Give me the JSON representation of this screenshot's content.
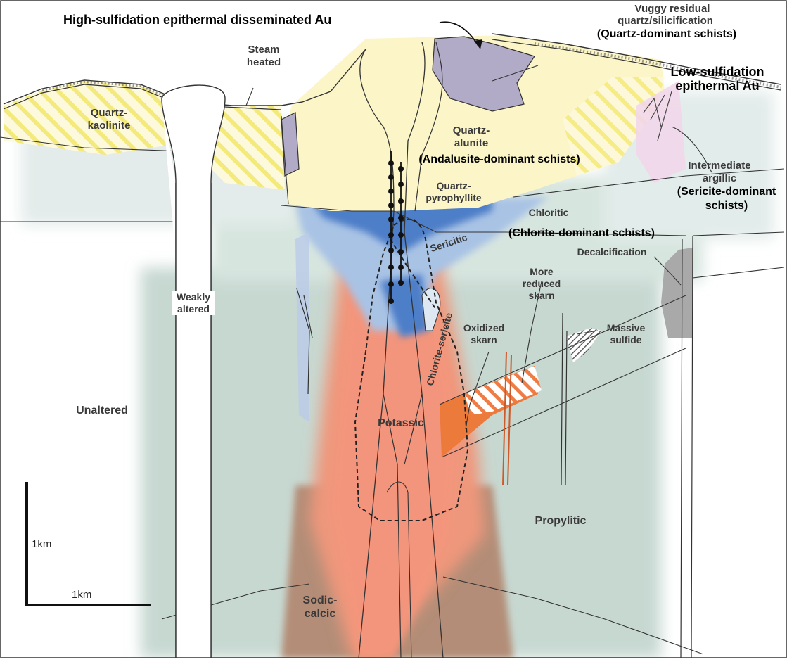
{
  "labels": {
    "high_sulfidation": "High-sulfidation epithermal disseminated Au",
    "vuggy_1": "Vuggy residual",
    "vuggy_2": "quartz/silicification",
    "quartz_schists": "(Quartz-dominant schists)",
    "low_sulf_1": "Low-sulfidation",
    "low_sulf_2": "epithermal Au",
    "steam_1": "Steam",
    "steam_2": "heated",
    "qk_1": "Quartz-",
    "qk_2": "kaolinite",
    "qa_1": "Quartz-",
    "qa_2": "alunite",
    "andalusite": "(Andalusite-dominant schists)",
    "qp_1": "Quartz-",
    "qp_2": "pyrophyllite",
    "inter_1": "Intermediate",
    "inter_2": "argillic",
    "sericite_schists_1": "(Sericite-dominant",
    "sericite_schists_2": "schists)",
    "chloritic": "Chloritic",
    "chlorite_schists": "(Chlorite-dominant schists)",
    "sericitic": "Sericitic",
    "decalc": "Decalcification",
    "reduced_1": "More",
    "reduced_2": "reduced",
    "reduced_3": "skarn",
    "weakly_1": "Weakly",
    "weakly_2": "altered",
    "chl_ser": "Chlorite-sericite",
    "oxid_1": "Oxidized",
    "oxid_2": "skarn",
    "massive_1": "Massive",
    "massive_2": "sulfide",
    "unaltered": "Unaltered",
    "potassic": "Potassic",
    "propylitic": "Propylitic",
    "sodic_1": "Sodic-",
    "sodic_2": "calcic"
  },
  "scale_bar": {
    "vertical_label": "1km",
    "horizontal_label": "1km"
  },
  "colors": {
    "propylitic": "#c8d9d2",
    "potassic": "#f09b82",
    "sodic_calcic": "#b58f78",
    "quartz_alunite": "#fbf6cc",
    "quartz_pyrophyllite": "#4f7fc9",
    "sericitic": "#aac3e6",
    "vuggy": "#b3acc9",
    "oxidized_skarn": "#ec7a3a",
    "massive_sulfide": "#a9a9a9"
  }
}
